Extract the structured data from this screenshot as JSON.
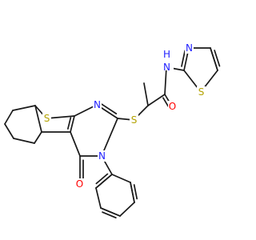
{
  "diagram": {
    "type": "chemical-structure",
    "colors": {
      "bond": "#1a1a1a",
      "carbon": "#1a1a1a",
      "nitrogen": "#2222ff",
      "oxygen": "#ff0000",
      "sulfur": "#b3a200"
    },
    "atom_labels": {
      "s_thiophene": "S",
      "n1_pyrimidine": "N",
      "n3_pyrimidine": "N",
      "o_ketone": "O",
      "s_thioether": "S",
      "o_amide": "O",
      "nh_amide": "N",
      "h_amide": "H",
      "n_thiazole": "N",
      "s_thiazole": "S"
    }
  }
}
